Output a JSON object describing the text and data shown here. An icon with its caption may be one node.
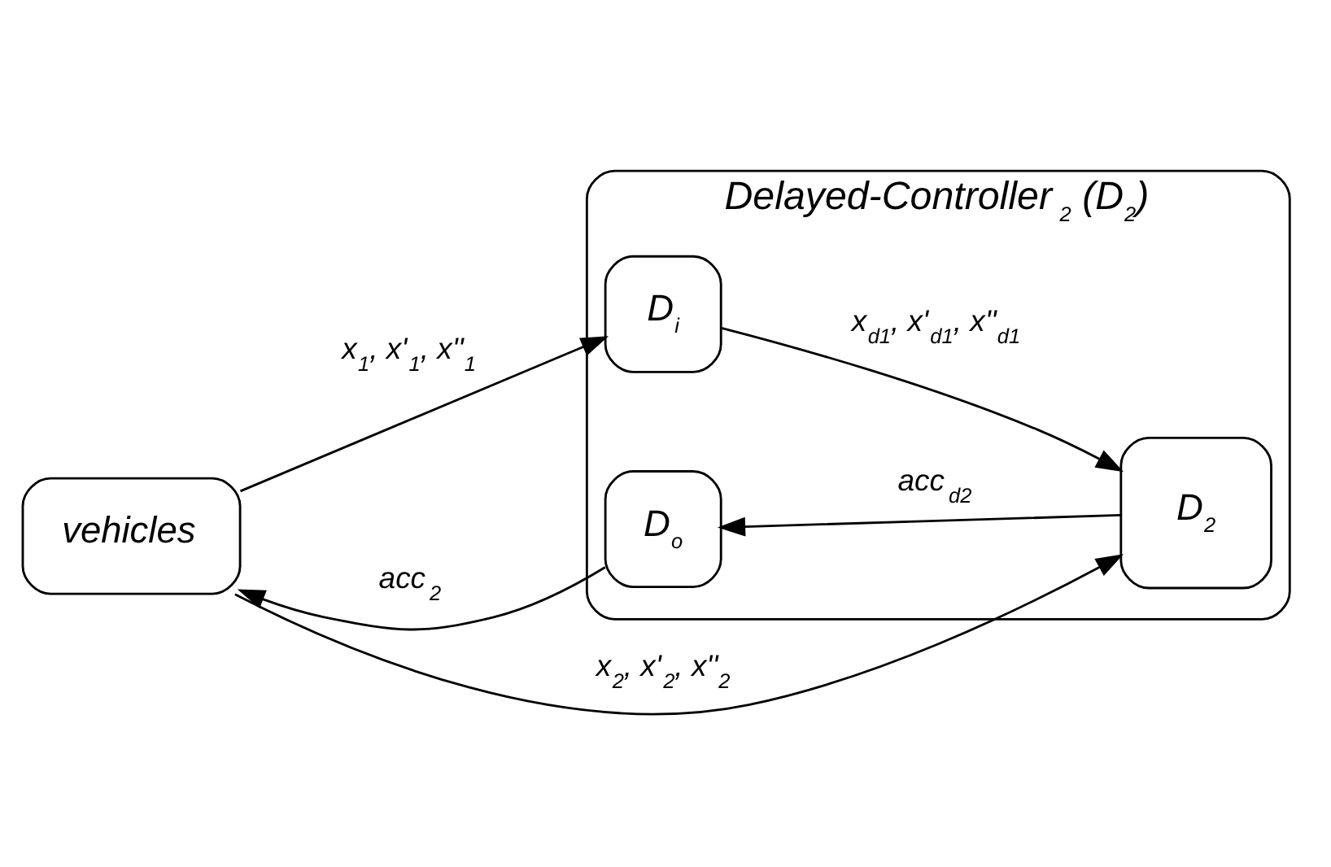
{
  "diagram": {
    "nodes": [
      {
        "text": [
          "vehicles"
        ]
      },
      {
        "text": [
          "Delayed-Controller$_{2}$ (D$_{2}$)"
        ]
      },
      {
        "text": [
          "D$_{i}$"
        ],
        "in": 1
      },
      {
        "text": [
          "D$_{2}$"
        ],
        "in": 1
      },
      {
        "text": [
          "D$_{o}$"
        ],
        "in": 1
      }
    ],
    "edges": [
      {
        "from": 0,
        "to": 2,
        "arrow": "to",
        "label": "x$_{1}$, x'$_{1}$, x''$_{1}$"
      },
      {
        "from": 2,
        "to": 3,
        "arrow": "to",
        "label": "x$_{d1}$, x'$_{d1}$, x''$_{d1}$"
      },
      {
        "from": 0,
        "to": 3,
        "arrow": "to",
        "label": "x$_{2}$, x'$_{2}$, x''$_{2}$"
      },
      {
        "from": 3,
        "to": 4,
        "arrow": "to",
        "label": "acc$_{d2}$"
      },
      {
        "from": 4,
        "to": 0,
        "arrow": "to",
        "label": "acc$_{2}$"
      }
    ]
  }
}
